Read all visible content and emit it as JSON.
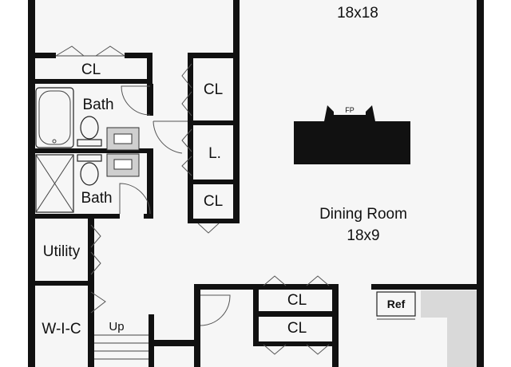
{
  "rooms": {
    "great_room": {
      "dimensions": "18x18"
    },
    "dining_room": {
      "name": "Dining Room",
      "dimensions": "18x9"
    },
    "closet_top": "CL",
    "closet_right_1": "CL",
    "linen": "L.",
    "closet_right_2": "CL",
    "bath_upper": "Bath",
    "bath_lower": "Bath",
    "utility": "Utility",
    "walk_in_closet": "W-I-C",
    "stairs": "Up",
    "closet_lower_1": "CL",
    "closet_lower_2": "CL",
    "refrigerator": "Ref",
    "fireplace": "FP"
  },
  "colors": {
    "wall": "#111111",
    "floor": "#f6f6f6",
    "kitchen_counter": "#d9d9d9"
  }
}
